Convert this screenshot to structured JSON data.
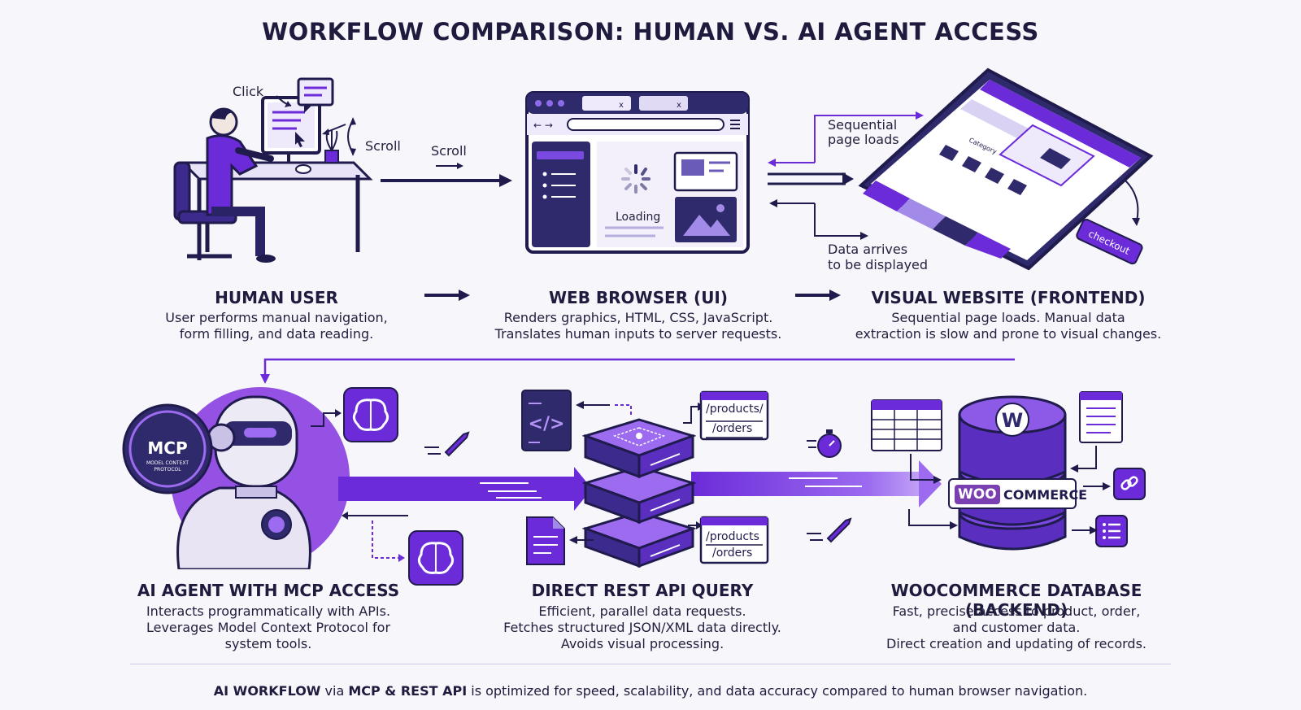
{
  "title": "WORKFLOW COMPARISON: HUMAN VS. AI AGENT ACCESS",
  "human_section": {
    "click_label": "Click",
    "scroll_label": "Scroll",
    "arrow_scroll_label": "Scroll",
    "loading_label": "Loading",
    "sequential_label_1": "Sequential",
    "sequential_label_2": "page loads",
    "data_arrives_1": "Data arrives",
    "data_arrives_2": "to be displayed",
    "checkout_label": "checkout",
    "category_label": "Category",
    "steps": [
      {
        "title": "HUMAN USER",
        "desc1": "User performs manual navigation,",
        "desc2": "form filling, and data reading."
      },
      {
        "title": "WEB BROWSER (UI)",
        "desc1": "Renders graphics, HTML, CSS, JavaScript.",
        "desc2": "Translates human inputs to server requests."
      },
      {
        "title": "VISUAL WEBSITE (FRONTEND)",
        "desc1": "Sequential page loads. Manual data",
        "desc2": "extraction is slow and prone to visual changes."
      }
    ]
  },
  "ai_section": {
    "mcp_badge": "MCP",
    "mcp_sub_1": "MODEL CONTEXT",
    "mcp_sub_2": "PROTOCOL",
    "endpoint_top_1": "/products/",
    "endpoint_top_2": "/orders",
    "endpoint_bottom_1": "/products",
    "endpoint_bottom_2": "/orders",
    "woo_logo_1": "WOO",
    "woo_logo_2": "COMMERCE",
    "wp_logo": "W",
    "code_glyph": "</>",
    "steps": [
      {
        "title": "AI AGENT WITH MCP ACCESS",
        "desc1": "Interacts programmatically with APIs.",
        "desc2": "Leverages Model Context Protocol for",
        "desc3": "system tools."
      },
      {
        "title": "DIRECT REST API QUERY",
        "desc1": "Efficient, parallel data requests.",
        "desc2": "Fetches structured JSON/XML data directly.",
        "desc3": "Avoids visual processing."
      },
      {
        "title": "WOOCOMMERCE DATABASE (BACKEND)",
        "desc1": "Fast, precise access to product, order,",
        "desc2": "and customer data.",
        "desc3": "Direct creation and updating of records."
      }
    ]
  },
  "footer": {
    "bold1": "AI WORKFLOW",
    "t1": " via ",
    "bold2": "MCP & REST API",
    "t2": " is optimized for speed, scalability, and data accuracy compared to human browser navigation."
  },
  "colors": {
    "purple": "#6b2bd9",
    "navy": "#1f1b4d",
    "lavender": "#d9d2f3",
    "light": "#efeafb"
  }
}
